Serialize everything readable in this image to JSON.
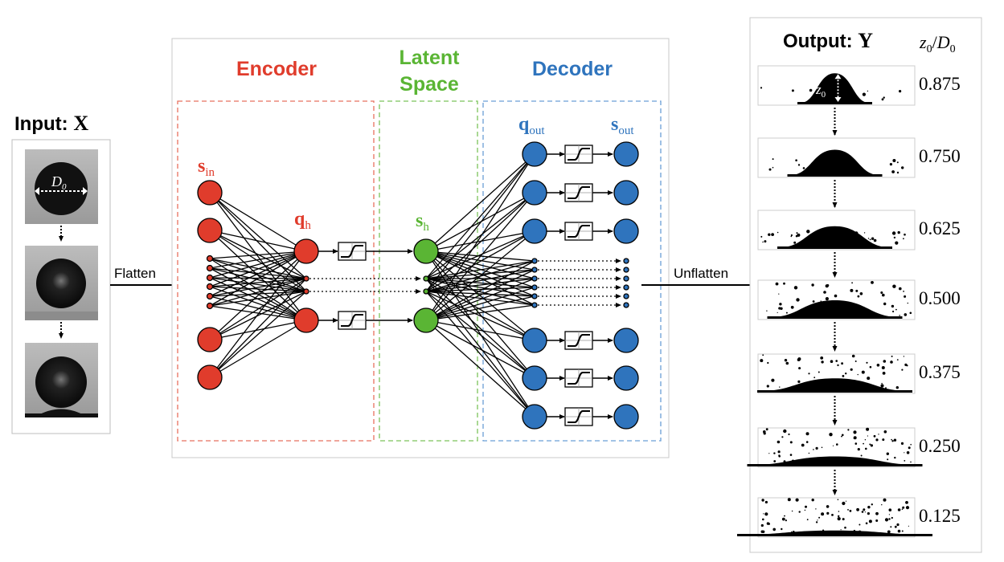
{
  "input": {
    "title": "Input: ",
    "title_symbol": "X",
    "diameter_label": "D",
    "diameter_sub": "0"
  },
  "flatten_label": "Flatten",
  "unflatten_label": "Unflatten",
  "encoder": {
    "title": "Encoder",
    "s_in": "s",
    "s_in_sub": "in",
    "q_h": "q",
    "q_h_sub": "h",
    "color": "#e03c2c"
  },
  "latent": {
    "title_line1": "Latent",
    "title_line2": "Space",
    "s_h": "s",
    "s_h_sub": "h",
    "color": "#5ab534"
  },
  "decoder": {
    "title": "Decoder",
    "q_out": "q",
    "q_out_sub": "out",
    "s_out": "s",
    "s_out_sub": "out",
    "color": "#2f74bd"
  },
  "output": {
    "title": "Output: ",
    "title_symbol": "Y",
    "ratio_header_z": "z",
    "ratio_header_z_sub": "0",
    "ratio_header_slash": "/",
    "ratio_header_d": "D",
    "ratio_header_d_sub": "0",
    "height_label": "z",
    "height_sub": "0",
    "ratios": [
      "0.875",
      "0.750",
      "0.625",
      "0.500",
      "0.375",
      "0.250",
      "0.125"
    ]
  }
}
